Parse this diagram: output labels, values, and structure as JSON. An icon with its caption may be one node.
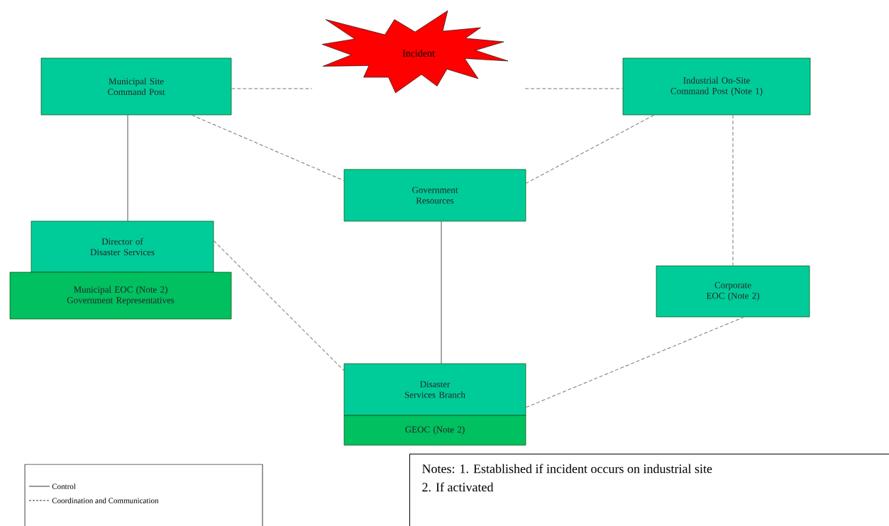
{
  "diagram": {
    "nodes": [
      {
        "text": [
          "Incident"
        ]
      },
      {
        "text": [
          "Municipal Site Command Post"
        ]
      },
      {
        "text": [
          "Industrial On-Site Command Post (Note 1)"
        ]
      },
      {
        "text": [
          "Government Resources"
        ]
      },
      {
        "text": [
          "Director of Disaster Services"
        ]
      },
      {
        "text": [
          "Municipal EOC (Note 2) Government Representatives"
        ]
      },
      {
        "text": [
          "Corporate EOC (Note 2)"
        ]
      },
      {
        "text": [
          "Disaster Services Branch"
        ]
      },
      {
        "text": [
          "GEOC (Note 2)"
        ]
      },
      {
        "text": [
          "Notes: 1. Established if incident occurs on industrial site",
          "2.  If activated"
        ]
      }
    ],
    "edges": [
      {
        "from": 1,
        "to": 0,
        "arrow": "none",
        "style": "dashed"
      },
      {
        "from": 0,
        "to": 2,
        "arrow": "none",
        "style": "dashed"
      },
      {
        "from": 1,
        "to": 4,
        "arrow": "none"
      },
      {
        "from": 1,
        "to": 3,
        "arrow": "none",
        "style": "dashed"
      },
      {
        "from": 2,
        "to": 3,
        "arrow": "none",
        "style": "dashed"
      },
      {
        "from": 2,
        "to": 6,
        "arrow": "none",
        "style": "dashed"
      },
      {
        "from": 3,
        "to": 7,
        "arrow": "none"
      },
      {
        "from": 4,
        "to": 7,
        "arrow": "none",
        "style": "dashed"
      },
      {
        "from": 7,
        "to": 6,
        "arrow": "none",
        "style": "dashed"
      }
    ],
    "legend": [
      {
        "text": "Control"
      },
      {
        "text": "Coordination and Communication"
      }
    ]
  }
}
